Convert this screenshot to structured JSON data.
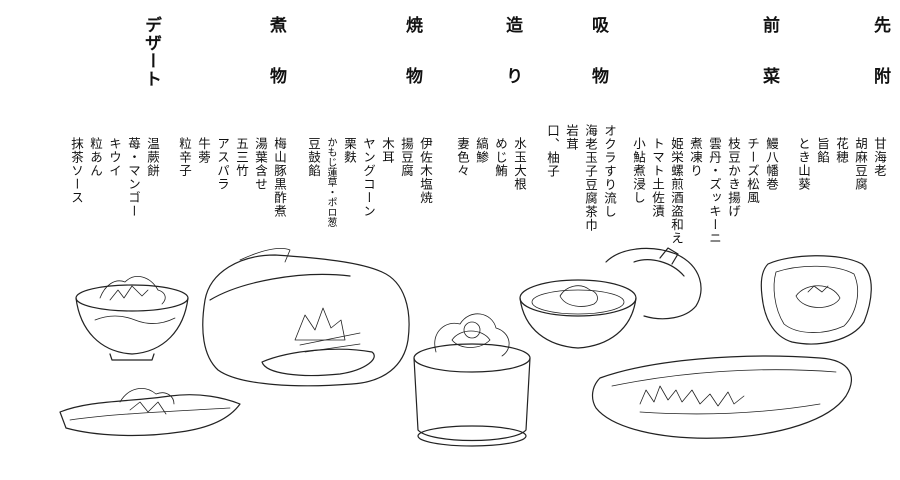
{
  "sections": [
    {
      "id": "sakizuke",
      "title": "先附",
      "items": [
        "甘海老",
        "胡麻豆腐",
        "花穂",
        "旨餡",
        "とき山葵"
      ]
    },
    {
      "id": "zensai",
      "title": "前菜",
      "items": [
        "鰻八幡巻",
        "チーズ松風",
        "枝豆かき揚げ",
        "雲丹・ズッキーニ",
        "煮凍り",
        "姫栄螺煎酒盗和え",
        "トマト土佐漬",
        "小鮎煮浸し"
      ]
    },
    {
      "id": "suimono",
      "title": "吸物",
      "items": [
        "オクラすり流し",
        "海老玉子豆腐茶巾",
        "岩茸",
        "口、柚子"
      ]
    },
    {
      "id": "tsukuri",
      "title": "造り",
      "items": [
        "水玉大根",
        "めじ鮪",
        "縞鯵",
        "妻色々"
      ]
    },
    {
      "id": "yakimono",
      "title": "焼物",
      "items": [
        "伊佐木塩焼",
        "揚豆腐",
        "木耳",
        "ヤングコーン",
        "栗麩",
        "かもじ蓮草・ポロ葱",
        "豆鼓餡"
      ]
    },
    {
      "id": "nimono",
      "title": "煮物",
      "items": [
        "梅山豚黒酢煮",
        "湯葉含せ",
        "五三竹",
        "アスパラ",
        "牛蒡",
        "粒辛子"
      ]
    },
    {
      "id": "dessert",
      "title": "デザート",
      "items": [
        "温蕨餅",
        "苺・マンゴー",
        "キウイ",
        "粒あん",
        "抹茶ソース"
      ]
    }
  ]
}
